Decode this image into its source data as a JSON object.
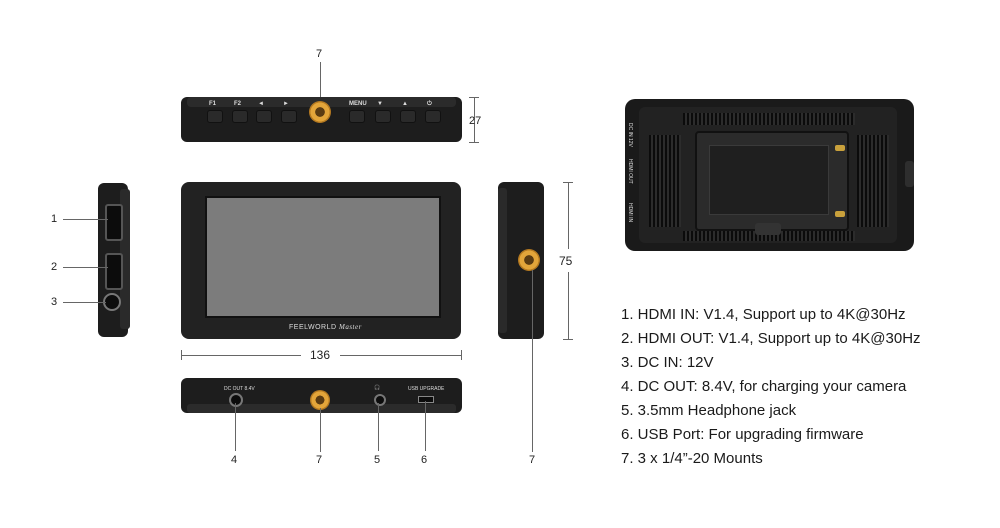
{
  "callouts": {
    "top_mount": "7",
    "hdmi_in": "1",
    "hdmi_out": "2",
    "dc_in": "3",
    "dc_out": "4",
    "bottom_mount": "7",
    "headphone": "5",
    "usb": "6",
    "side_mount": "7"
  },
  "dimensions": {
    "height": "27",
    "width": "136",
    "depth": "75"
  },
  "top_buttons": [
    "F1",
    "F2",
    "◄",
    "►",
    "MENU",
    "▼",
    "▲",
    "⏻"
  ],
  "screen": {
    "brand": "FEELWORLD",
    "model": "Master"
  },
  "bottom_ports": {
    "dc_out": "DC OUT 8.4V",
    "headphone": "🎧",
    "usb": "USB UPGRADE"
  },
  "back_ports": {
    "dc_in": "DC IN 12V",
    "hdmi_out": "HDMI OUT",
    "hdmi_in": "HDMI IN"
  },
  "specs": [
    "1. HDMI IN: V1.4, Support up to 4K@30Hz",
    "2. HDMI OUT: V1.4, Support up to 4K@30Hz",
    "3. DC IN: 12V",
    "4. DC OUT: 8.4V, for charging your camera",
    "5. 3.5mm Headphone jack",
    "6. USB Port: For upgrading firmware",
    "7. 3 x 1/4”-20 Mounts"
  ],
  "colors": {
    "body": "#1d1d1d",
    "screen": "#7c7c7c",
    "mount": "#e3a53a"
  }
}
